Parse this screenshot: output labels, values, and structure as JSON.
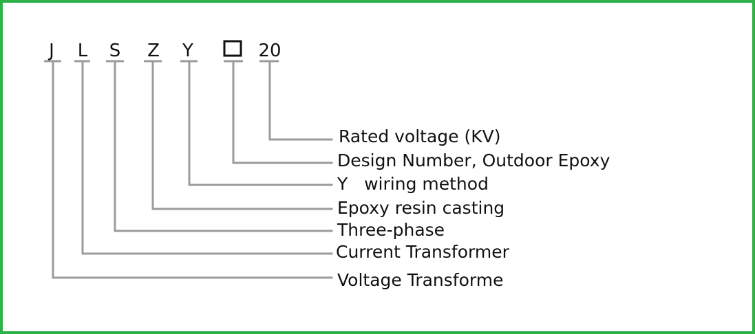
{
  "code": {
    "letters": [
      "J",
      "L",
      "S",
      "Z",
      "Y"
    ],
    "number": "20"
  },
  "descriptions": [
    "Rated voltage (KV)",
    "Design Number, Outdoor Epoxy",
    "Y   wiring method",
    "Epoxy resin casting",
    "Three-phase",
    "Current Transformer",
    "Voltage Transforme"
  ],
  "colors": {
    "border": "#2fb14a",
    "line": "#9b9b9b",
    "text": "#111111"
  }
}
